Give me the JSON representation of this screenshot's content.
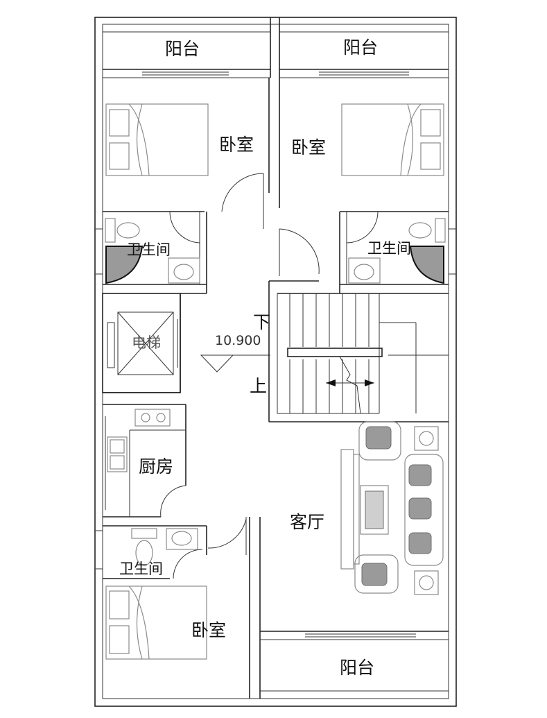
{
  "rooms": {
    "balcony_top_left": "阳台",
    "balcony_top_right": "阳台",
    "bedroom_top_left": "卧室",
    "bedroom_top_right": "卧室",
    "bath_left": "卫生间",
    "bath_right": "卫生间",
    "elevator": "电梯",
    "kitchen": "厨房",
    "bath_bottom": "卫生间",
    "bedroom_bottom": "卧室",
    "living_room": "客厅",
    "balcony_bottom": "阳台"
  },
  "stairs": {
    "down": "下",
    "up": "上",
    "level": "10.900"
  }
}
